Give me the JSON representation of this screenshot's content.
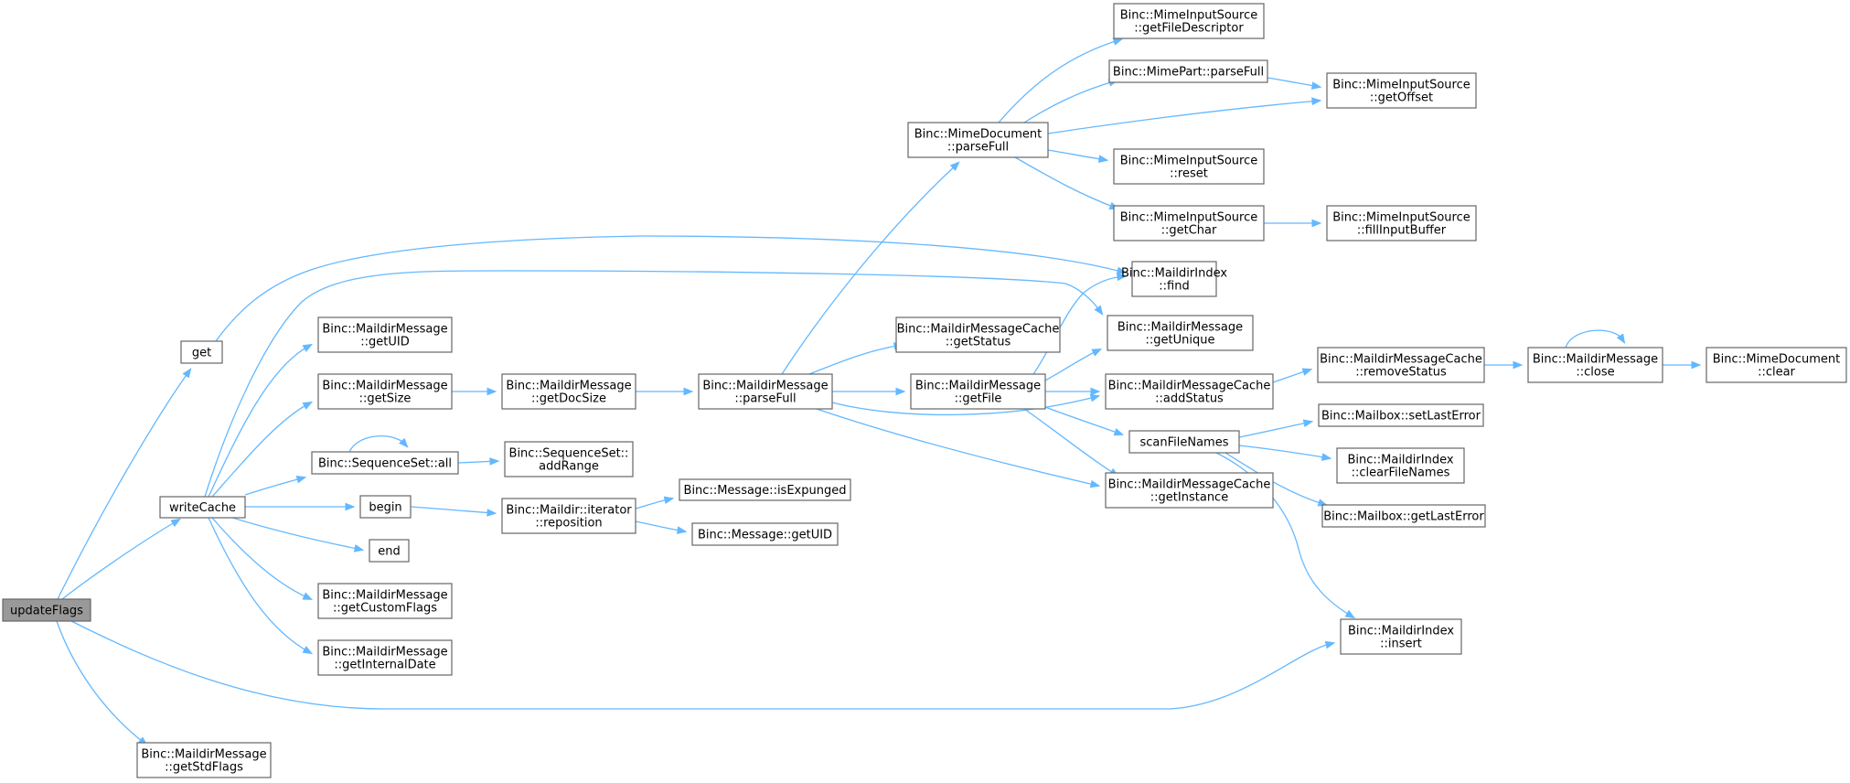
{
  "colors": {
    "edge": "#63b8ff",
    "node_border": "#666666",
    "root_fill": "#999999",
    "node_fill": "#ffffff"
  },
  "nodes": [
    {
      "id": "updateFlags",
      "lines": [
        "updateFlags"
      ],
      "root": true
    },
    {
      "id": "get",
      "lines": [
        "get"
      ]
    },
    {
      "id": "writeCache",
      "lines": [
        "writeCache"
      ]
    },
    {
      "id": "getStdFlags",
      "lines": [
        "Binc::MaildirMessage",
        "::getStdFlags"
      ]
    },
    {
      "id": "getUID",
      "lines": [
        "Binc::MaildirMessage",
        "::getUID"
      ]
    },
    {
      "id": "getSize",
      "lines": [
        "Binc::MaildirMessage",
        "::getSize"
      ]
    },
    {
      "id": "seqAll",
      "lines": [
        "Binc::SequenceSet::all"
      ]
    },
    {
      "id": "begin",
      "lines": [
        "begin"
      ]
    },
    {
      "id": "end",
      "lines": [
        "end"
      ]
    },
    {
      "id": "getCustomFlags",
      "lines": [
        "Binc::MaildirMessage",
        "::getCustomFlags"
      ]
    },
    {
      "id": "getInternalDate",
      "lines": [
        "Binc::MaildirMessage",
        "::getInternalDate"
      ]
    },
    {
      "id": "getDocSize",
      "lines": [
        "Binc::MaildirMessage",
        "::getDocSize"
      ]
    },
    {
      "id": "addRange",
      "lines": [
        "Binc::SequenceSet::",
        "addRange"
      ]
    },
    {
      "id": "reposition",
      "lines": [
        "Binc::Maildir::iterator",
        "::reposition"
      ]
    },
    {
      "id": "isExpunged",
      "lines": [
        "Binc::Message::isExpunged"
      ]
    },
    {
      "id": "msgGetUID",
      "lines": [
        "Binc::Message::getUID"
      ]
    },
    {
      "id": "mmParseFull",
      "lines": [
        "Binc::MaildirMessage",
        "::parseFull"
      ]
    },
    {
      "id": "mdParseFull",
      "lines": [
        "Binc::MimeDocument",
        "::parseFull"
      ]
    },
    {
      "id": "cacheGetStatus",
      "lines": [
        "Binc::MaildirMessageCache",
        "::getStatus"
      ]
    },
    {
      "id": "getFile",
      "lines": [
        "Binc::MaildirMessage",
        "::getFile"
      ]
    },
    {
      "id": "getFileDescriptor",
      "lines": [
        "Binc::MimeInputSource",
        "::getFileDescriptor"
      ]
    },
    {
      "id": "mpParseFull",
      "lines": [
        "Binc::MimePart::parseFull"
      ]
    },
    {
      "id": "getOffset",
      "lines": [
        "Binc::MimeInputSource",
        "::getOffset"
      ]
    },
    {
      "id": "reset",
      "lines": [
        "Binc::MimeInputSource",
        "::reset"
      ]
    },
    {
      "id": "getChar",
      "lines": [
        "Binc::MimeInputSource",
        "::getChar"
      ]
    },
    {
      "id": "fillInputBuffer",
      "lines": [
        "Binc::MimeInputSource",
        "::fillInputBuffer"
      ]
    },
    {
      "id": "find",
      "lines": [
        "Binc::MaildirIndex",
        "::find"
      ]
    },
    {
      "id": "getUnique",
      "lines": [
        "Binc::MaildirMessage",
        "::getUnique"
      ]
    },
    {
      "id": "addStatus",
      "lines": [
        "Binc::MaildirMessageCache",
        "::addStatus"
      ]
    },
    {
      "id": "scanFileNames",
      "lines": [
        "scanFileNames"
      ]
    },
    {
      "id": "getInstance",
      "lines": [
        "Binc::MaildirMessageCache",
        "::getInstance"
      ]
    },
    {
      "id": "insert",
      "lines": [
        "Binc::MaildirIndex",
        "::insert"
      ]
    },
    {
      "id": "removeStatus",
      "lines": [
        "Binc::MaildirMessageCache",
        "::removeStatus"
      ]
    },
    {
      "id": "setLastError",
      "lines": [
        "Binc::Mailbox::setLastError"
      ]
    },
    {
      "id": "clearFileNames",
      "lines": [
        "Binc::MaildirIndex",
        "::clearFileNames"
      ]
    },
    {
      "id": "getLastError",
      "lines": [
        "Binc::Mailbox::getLastError"
      ]
    },
    {
      "id": "close",
      "lines": [
        "Binc::MaildirMessage",
        "::close"
      ]
    },
    {
      "id": "mdClear",
      "lines": [
        "Binc::MimeDocument",
        "::clear"
      ]
    }
  ],
  "edges": [
    [
      "updateFlags",
      "get"
    ],
    [
      "updateFlags",
      "writeCache"
    ],
    [
      "updateFlags",
      "insert"
    ],
    [
      "updateFlags",
      "getStdFlags"
    ],
    [
      "get",
      "find"
    ],
    [
      "writeCache",
      "getUnique"
    ],
    [
      "writeCache",
      "getUID"
    ],
    [
      "writeCache",
      "getSize"
    ],
    [
      "writeCache",
      "seqAll"
    ],
    [
      "writeCache",
      "begin"
    ],
    [
      "writeCache",
      "end"
    ],
    [
      "writeCache",
      "getCustomFlags"
    ],
    [
      "writeCache",
      "getInternalDate"
    ],
    [
      "getSize",
      "getDocSize"
    ],
    [
      "getDocSize",
      "mmParseFull"
    ],
    [
      "seqAll",
      "seqAll"
    ],
    [
      "seqAll",
      "addRange"
    ],
    [
      "begin",
      "reposition"
    ],
    [
      "reposition",
      "isExpunged"
    ],
    [
      "reposition",
      "msgGetUID"
    ],
    [
      "mmParseFull",
      "mdParseFull"
    ],
    [
      "mmParseFull",
      "cacheGetStatus"
    ],
    [
      "mmParseFull",
      "getFile"
    ],
    [
      "mmParseFull",
      "addStatus"
    ],
    [
      "mmParseFull",
      "getInstance"
    ],
    [
      "mdParseFull",
      "getFileDescriptor"
    ],
    [
      "mdParseFull",
      "mpParseFull"
    ],
    [
      "mdParseFull",
      "getOffset"
    ],
    [
      "mdParseFull",
      "reset"
    ],
    [
      "mdParseFull",
      "getChar"
    ],
    [
      "mpParseFull",
      "getOffset"
    ],
    [
      "getChar",
      "fillInputBuffer"
    ],
    [
      "getFile",
      "find"
    ],
    [
      "getFile",
      "getUnique"
    ],
    [
      "getFile",
      "addStatus"
    ],
    [
      "getFile",
      "scanFileNames"
    ],
    [
      "getFile",
      "getInstance"
    ],
    [
      "addStatus",
      "removeStatus"
    ],
    [
      "removeStatus",
      "close"
    ],
    [
      "close",
      "close"
    ],
    [
      "close",
      "mdClear"
    ],
    [
      "scanFileNames",
      "setLastError"
    ],
    [
      "scanFileNames",
      "clearFileNames"
    ],
    [
      "scanFileNames",
      "getLastError"
    ],
    [
      "scanFileNames",
      "insert"
    ]
  ]
}
